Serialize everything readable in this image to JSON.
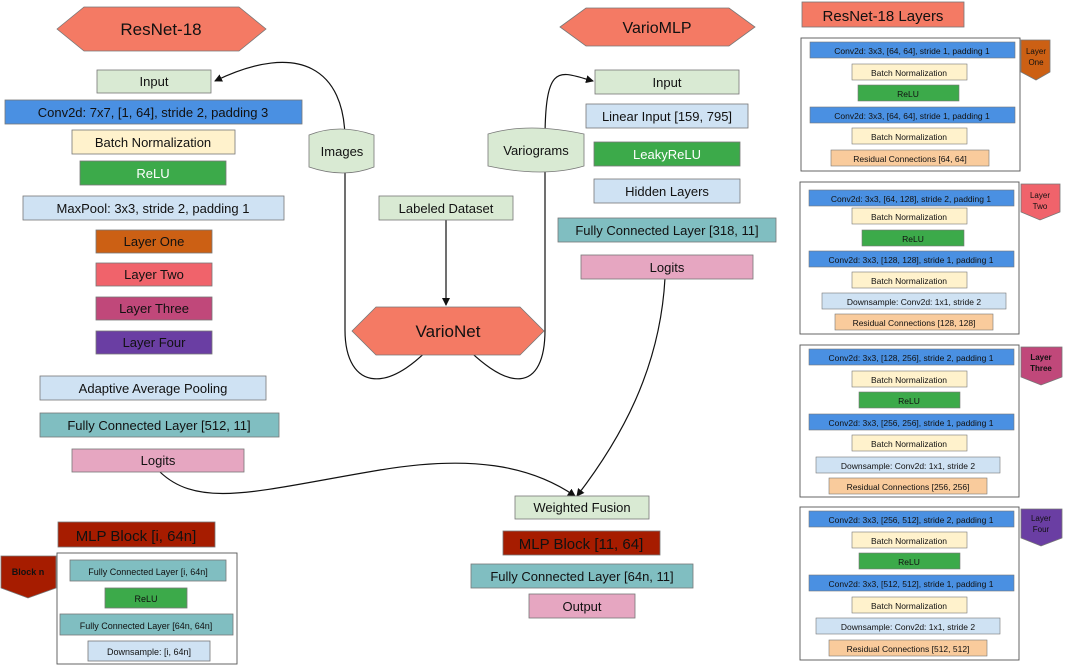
{
  "colors": {
    "resnet_title": "#f47a64",
    "input": "#d9ead3",
    "conv": "#4a90e2",
    "bn": "#fff2cc",
    "relu": "#3caa4a",
    "pool": "#cfe2f3",
    "layer_one": "#cc6014",
    "layer_two": "#f0636b",
    "layer_three": "#c0487a",
    "layer_four": "#6a3ea3",
    "fc": "#80bec1",
    "logits": "#e6a6c1",
    "mlp": "#a61c00",
    "residual": "#f9cb9c"
  },
  "resnet": {
    "title": "ResNet-18",
    "input": "Input",
    "conv": "Conv2d: 7x7, [1, 64], stride 2, padding 3",
    "bn": "Batch Normalization",
    "relu": "ReLU",
    "maxpool": "MaxPool: 3x3, stride 2, padding 1",
    "layer_one": "Layer One",
    "layer_two": "Layer Two",
    "layer_three": "Layer Three",
    "layer_four": "Layer Four",
    "avgpool": "Adaptive Average Pooling",
    "fc": "Fully Connected Layer [512, 11]",
    "logits": "Logits"
  },
  "center": {
    "images": "Images",
    "variograms": "Variograms",
    "dataset": "Labeled Dataset",
    "varionet": "VarioNet"
  },
  "variomlp": {
    "title": "VarioMLP",
    "input": "Input",
    "linear": "Linear Input [159, 795]",
    "leaky": "LeakyReLU",
    "hidden": "Hidden Layers",
    "fc": "Fully Connected Layer [318, 11]",
    "logits": "Logits"
  },
  "fusion": {
    "weighted": "Weighted Fusion",
    "mlp": "MLP Block [11, 64]",
    "fc": "Fully Connected Layer [64n, 11]",
    "output": "Output"
  },
  "mlp_block": {
    "title": "MLP Block [i, 64n]",
    "badge": "Block n",
    "fc1": "Fully Connected Layer [i, 64n]",
    "relu": "ReLU",
    "fc2": "Fully Connected Layer [64n, 64n]",
    "down": "Downsample: [i, 64n]"
  },
  "layers_panel": {
    "title": "ResNet-18 Layers",
    "one": {
      "badge1": "Layer",
      "badge2": "One",
      "conv1": "Conv2d: 3x3, [64, 64], stride 1, padding 1",
      "bn1": "Batch Normalization",
      "relu": "ReLU",
      "conv2": "Conv2d: 3x3, [64, 64], stride 1, padding 1",
      "bn2": "Batch Normalization",
      "res": "Residual Connections [64, 64]"
    },
    "two": {
      "badge1": "Layer",
      "badge2": "Two",
      "conv1": "Conv2d: 3x3, [64, 128], stride 2, padding 1",
      "bn1": "Batch Normalization",
      "relu": "ReLU",
      "conv2": "Conv2d: 3x3, [128, 128], stride 1, padding 1",
      "bn2": "Batch Normalization",
      "down": "Downsample: Conv2d: 1x1, stride 2",
      "res": "Residual Connections [128, 128]"
    },
    "three": {
      "badge1": "Layer",
      "badge2": "Three",
      "conv1": "Conv2d: 3x3, [128, 256], stride 2, padding 1",
      "bn1": "Batch Normalization",
      "relu": "ReLU",
      "conv2": "Conv2d: 3x3, [256, 256], stride 1, padding 1",
      "bn2": "Batch Normalization",
      "down": "Downsample: Conv2d: 1x1, stride 2",
      "res": "Residual Connections [256, 256]"
    },
    "four": {
      "badge1": "Layer",
      "badge2": "Four",
      "conv1": "Conv2d: 3x3, [256, 512], stride 2, padding 1",
      "bn1": "Batch Normalization",
      "relu": "ReLU",
      "conv2": "Conv2d: 3x3, [512, 512], stride 1, padding 1",
      "bn2": "Batch Normalization",
      "down": "Downsample: Conv2d: 1x1, stride 2",
      "res": "Residual Connections [512, 512]"
    }
  }
}
